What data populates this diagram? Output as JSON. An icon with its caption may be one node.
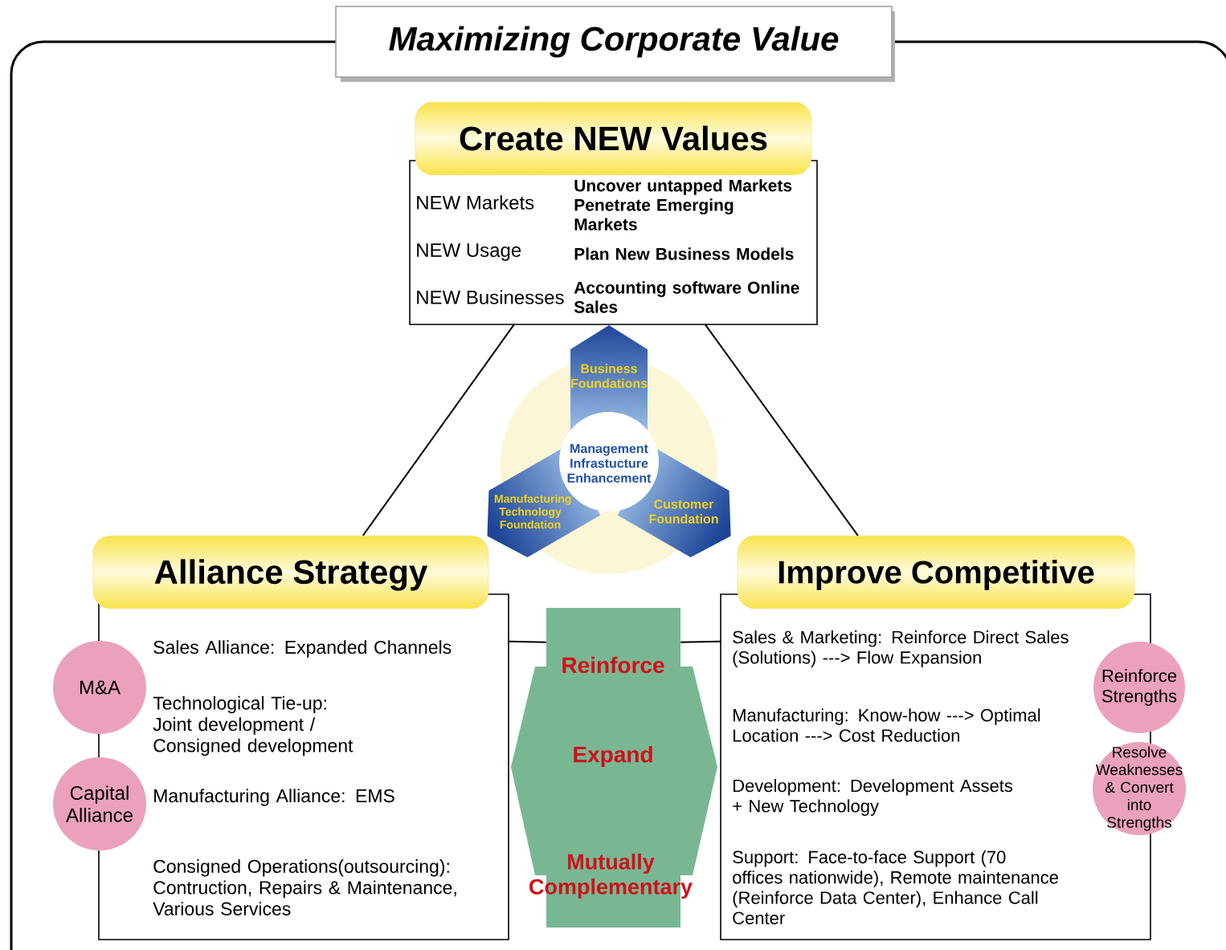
{
  "diagram": {
    "nodes": [
      {
        "text": [
          "Maximizing Corporate Value"
        ]
      },
      {
        "text": [
          "Create NEW Values",
          "NEW Markets",
          "Uncover untapped Markets Penetrate Emerging Markets",
          "NEW Usage",
          "Plan New Business Models",
          "NEW Businesses",
          "Accounting software Online Sales"
        ]
      },
      {
        "text": [
          "Business Foundations"
        ]
      },
      {
        "text": [
          "Manufacturing Technology Foundation"
        ]
      },
      {
        "text": [
          "Customer Foundation"
        ]
      },
      {
        "text": [
          "Management Infrastucture Enhancement"
        ]
      },
      {
        "text": [
          "Alliance Strategy",
          "Sales Alliance: Expanded Channels",
          "Technological Tie-up: Joint development / Consigned development",
          "Manufacturing Alliance: EMS",
          "Consigned Operations(outsourcing): Contruction, Repairs & Maintenance, Various Services"
        ]
      },
      {
        "text": [
          "M&A"
        ]
      },
      {
        "text": [
          "Capital Alliance"
        ]
      },
      {
        "text": [
          "Improve Competitive",
          "Sales & Marketing: Reinforce Direct Sales (Solutions) ---> Flow Expansion",
          "Manufacturing: Know-how ---> Optimal Location ---> Cost Reduction",
          "Development: Development Assets + New Technology",
          "Support: Face-to-face Support (70 offices nationwide), Remote maintenance (Reinforce Data Center), Enhance Call Center"
        ]
      },
      {
        "text": [
          "Reinforce Strengths"
        ]
      },
      {
        "text": [
          "Resolve Weaknesses & Convert into Strengths"
        ]
      },
      {
        "text": [
          "Reinforce",
          "Expand",
          "Mutually Complementary"
        ]
      }
    ],
    "edges": [
      {
        "from": 1,
        "to": 6,
        "arrow": "none"
      },
      {
        "from": 1,
        "to": 9,
        "arrow": "none"
      },
      {
        "from": 6,
        "to": 12,
        "arrow": "none"
      },
      {
        "from": 12,
        "to": 9,
        "arrow": "none"
      }
    ]
  }
}
